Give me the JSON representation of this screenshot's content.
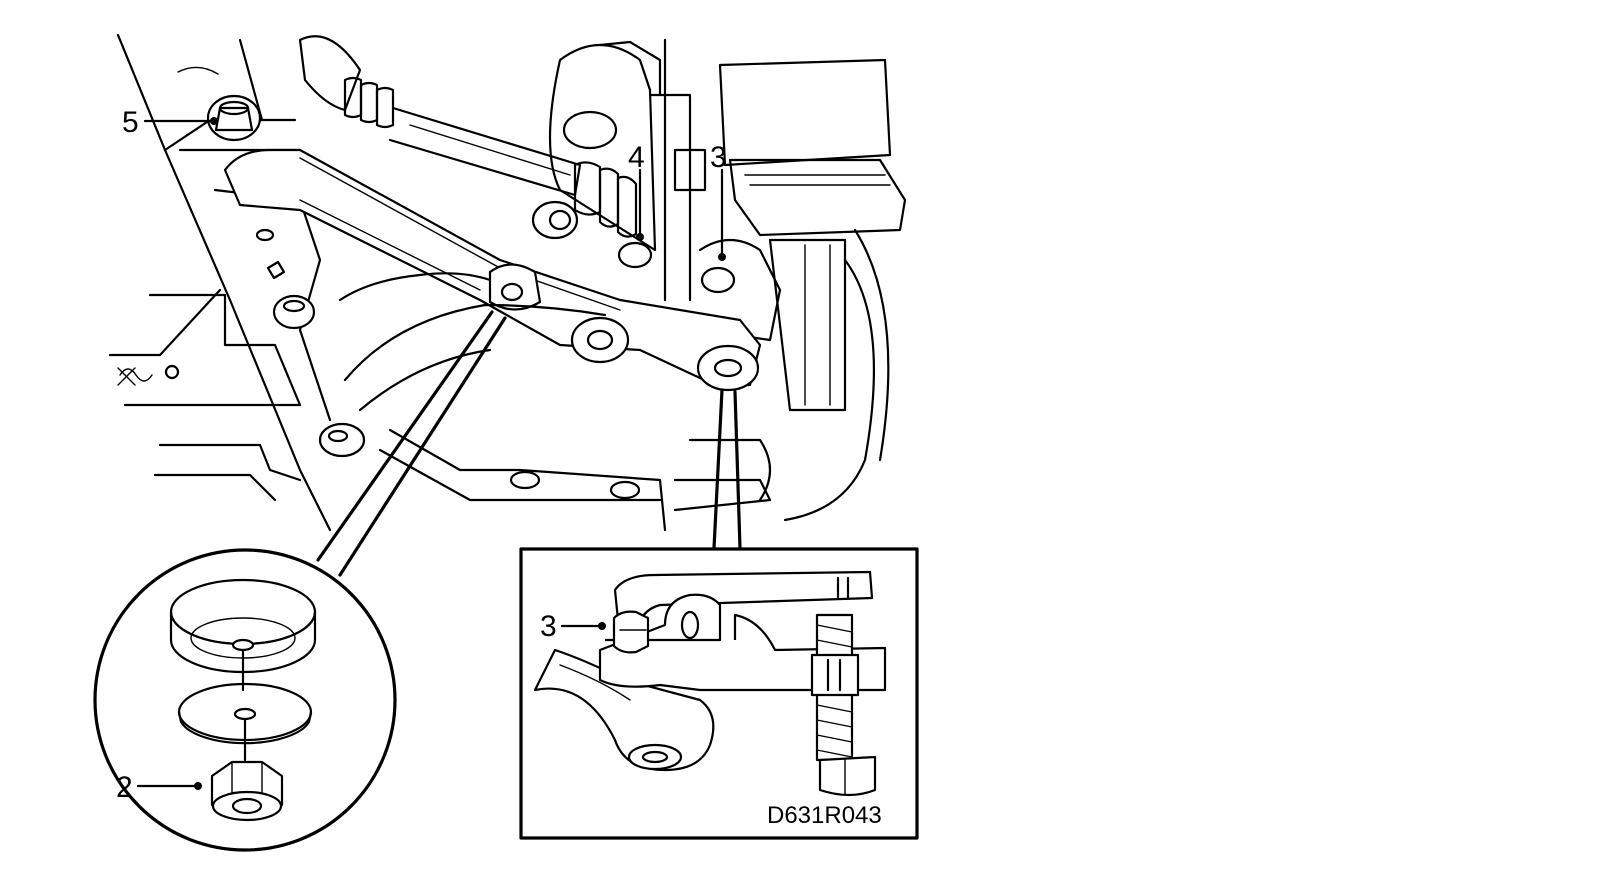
{
  "callouts": {
    "c5": "5",
    "c4": "4",
    "c3_top": "3",
    "c3_inset": "3",
    "c2": "2"
  },
  "figure_code": "D631R043"
}
